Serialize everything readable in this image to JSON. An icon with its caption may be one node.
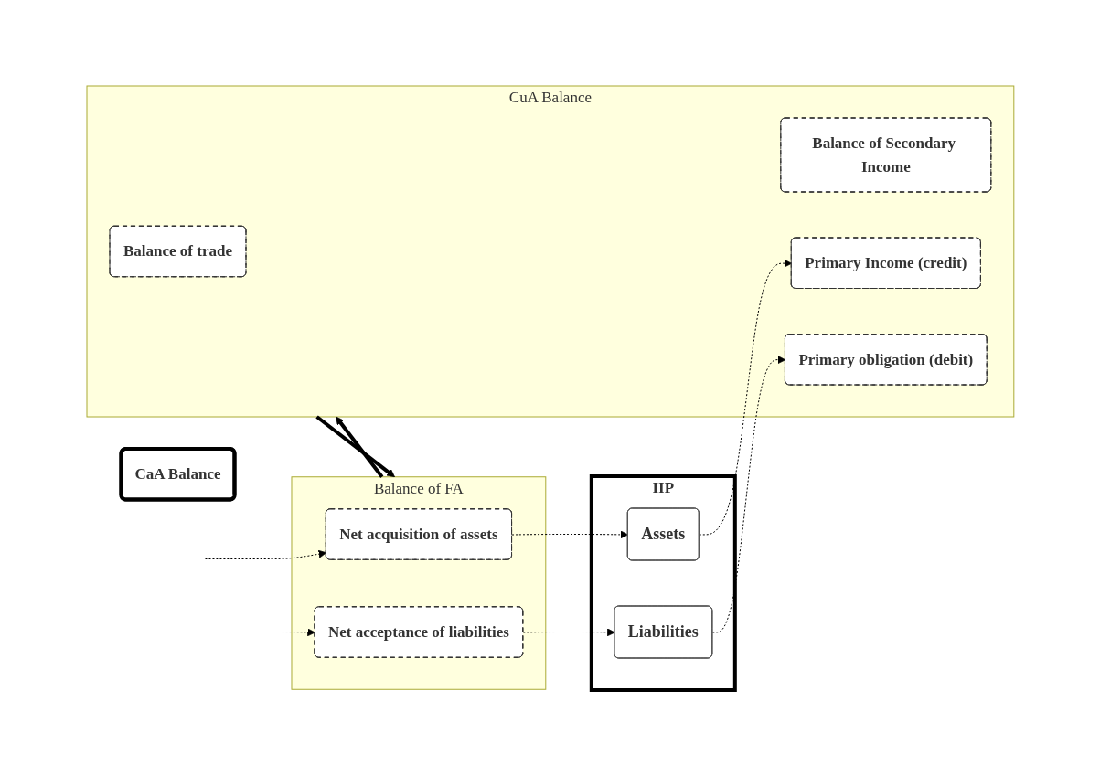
{
  "diagram": {
    "nodes": [
      {
        "text": [
          "CuA Balance"
        ]
      },
      {
        "text": [
          "Balance of trade"
        ],
        "in": 0
      },
      {
        "text": [
          "Balance of Secondary Income"
        ],
        "in": 0
      },
      {
        "text": [
          "Primary Income (credit)"
        ],
        "in": 0
      },
      {
        "text": [
          "Primary obligation (debit)"
        ],
        "in": 0
      },
      {
        "text": [
          "CaA Balance"
        ]
      },
      {
        "text": [
          "IIP"
        ]
      },
      {
        "text": [
          "Assets"
        ],
        "in": 6
      },
      {
        "text": [
          "Liabilities"
        ],
        "in": 6
      },
      {
        "text": [
          "Balance of FA"
        ]
      },
      {
        "text": [
          "Net acquisition of assets"
        ],
        "in": 9
      },
      {
        "text": [
          "Net acceptance of liabilities"
        ],
        "in": 9
      }
    ],
    "edges": [
      {
        "from": 7,
        "to": 3,
        "arrow": "to",
        "style": "dashed"
      },
      {
        "from": 8,
        "to": 4,
        "arrow": "to",
        "style": "dashed"
      },
      {
        "from": 10,
        "to": 7,
        "arrow": "to",
        "style": "dashed"
      },
      {
        "from": 11,
        "to": 8,
        "arrow": "to",
        "style": "dashed"
      },
      {
        "from": null,
        "to": 10,
        "arrow": "to",
        "style": "dashed"
      },
      {
        "from": null,
        "to": 11,
        "arrow": "to",
        "style": "dashed"
      },
      {
        "from": 9,
        "to": 0,
        "arrow": "to",
        "style": "thick"
      },
      {
        "from": 0,
        "to": 9,
        "arrow": "to",
        "style": "thick"
      }
    ]
  }
}
